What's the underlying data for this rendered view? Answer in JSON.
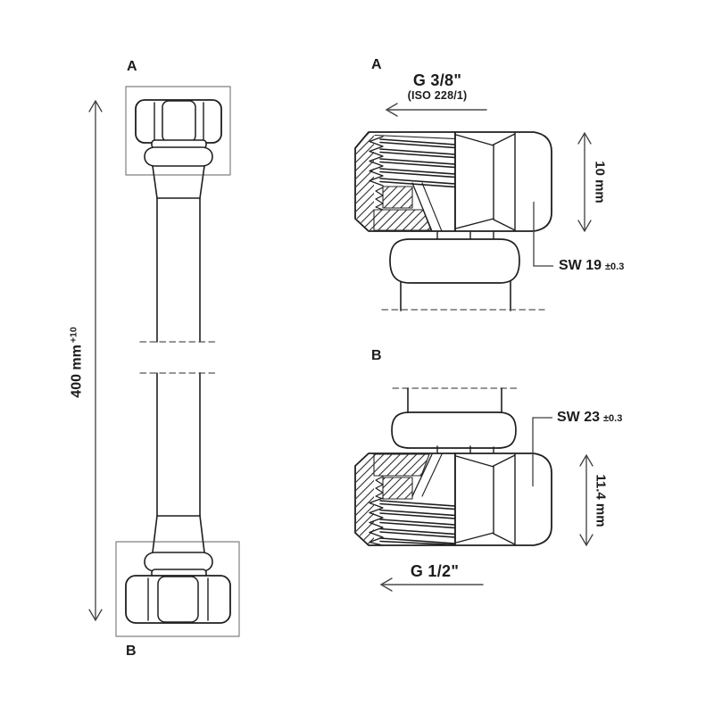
{
  "left_view": {
    "label_a": "A",
    "label_b": "B",
    "length_value": "400 mm",
    "length_tolerance": "+10"
  },
  "detail_a": {
    "label": "A",
    "thread_size": "G 3/8\"",
    "thread_standard": "(ISO 228/1)",
    "nut_height": "10 mm",
    "wrench_size": "SW 19",
    "wrench_tolerance": "±0.3"
  },
  "detail_b": {
    "label": "B",
    "thread_size": "G 1/2\"",
    "nut_height": "11.4 mm",
    "wrench_size": "SW 23",
    "wrench_tolerance": "±0.3"
  },
  "colors": {
    "line": "#1f1f1f",
    "dimension": "#3e3e3e",
    "detail_box": "#808080",
    "dashed": "#565656",
    "background": "#ffffff"
  }
}
